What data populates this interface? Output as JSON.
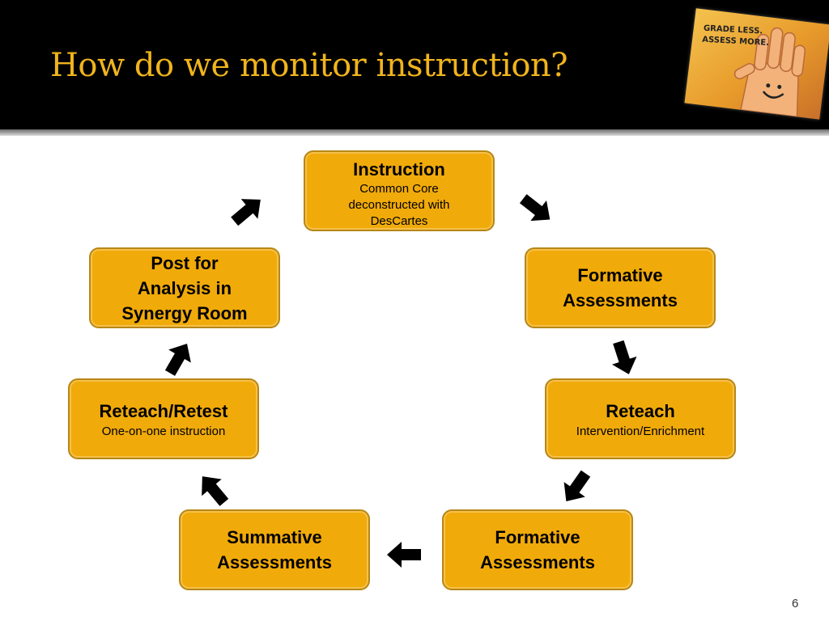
{
  "slide": {
    "title": "How do we monitor instruction?",
    "page_number": "6"
  },
  "logo": {
    "line1": "GRADE LESS.",
    "line2": "ASSESS MORE."
  },
  "cycle": {
    "instruction": {
      "title": "Instruction",
      "subtitle": "Common Core\ndeconstructed with\nDesCartes"
    },
    "formative_1": {
      "title": "Formative\nAssessments"
    },
    "reteach": {
      "title": "Reteach",
      "subtitle": "Intervention/Enrichment"
    },
    "formative_2": {
      "title": "Formative\nAssessments"
    },
    "summative": {
      "title": "Summative\nAssessments"
    },
    "reteach_retest": {
      "title": "Reteach/Retest",
      "subtitle": "One-on-one instruction"
    },
    "post_analysis": {
      "title": "Post for\nAnalysis in\nSynergy Room"
    }
  },
  "colors": {
    "title_gold": "#f0b41c",
    "box_fill": "#f0aa0a",
    "box_border": "#b78716",
    "header_bg": "#000000",
    "arrow": "#000000"
  }
}
